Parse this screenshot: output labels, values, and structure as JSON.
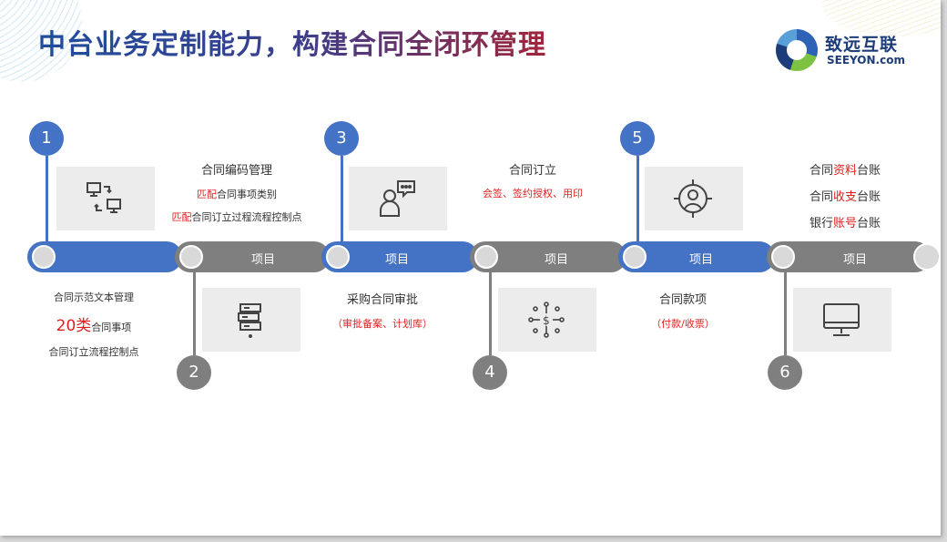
{
  "title": "中台业务定制能力，构建合同全闭环管理",
  "logo": {
    "cn": "致远互联",
    "en": "SEEYON.com"
  },
  "steps": [
    {
      "num": "1",
      "segment_label": "",
      "lines": [
        "合同示范文本管理",
        "20类",
        "合同事项",
        "合同订立流程控制点"
      ],
      "icon": "computers-exchange-icon"
    },
    {
      "num": "2",
      "segment_label": "项目",
      "lines": [
        "合同编码管理",
        "匹配",
        "合同事项类别",
        "匹配",
        "合同订立过程流程控制点"
      ],
      "icon": "server-stack-icon"
    },
    {
      "num": "3",
      "segment_label": "项目",
      "lines": [
        "采购合同审批",
        "（审批备案、计划库）"
      ],
      "icon": "person-chat-icon"
    },
    {
      "num": "4",
      "segment_label": "项目",
      "lines": [
        "合同订立",
        "会签、签约授权、用印"
      ],
      "icon": "dollar-network-icon"
    },
    {
      "num": "5",
      "segment_label": "项目",
      "lines": [
        "合同款项",
        "（付款/收票）"
      ],
      "icon": "target-person-icon"
    },
    {
      "num": "6",
      "segment_label": "项目",
      "lines": [
        "合同",
        "资料",
        "台账",
        "合同",
        "收支",
        "台账",
        "银行",
        "账号",
        "台账"
      ],
      "icon": "monitor-icon"
    }
  ]
}
